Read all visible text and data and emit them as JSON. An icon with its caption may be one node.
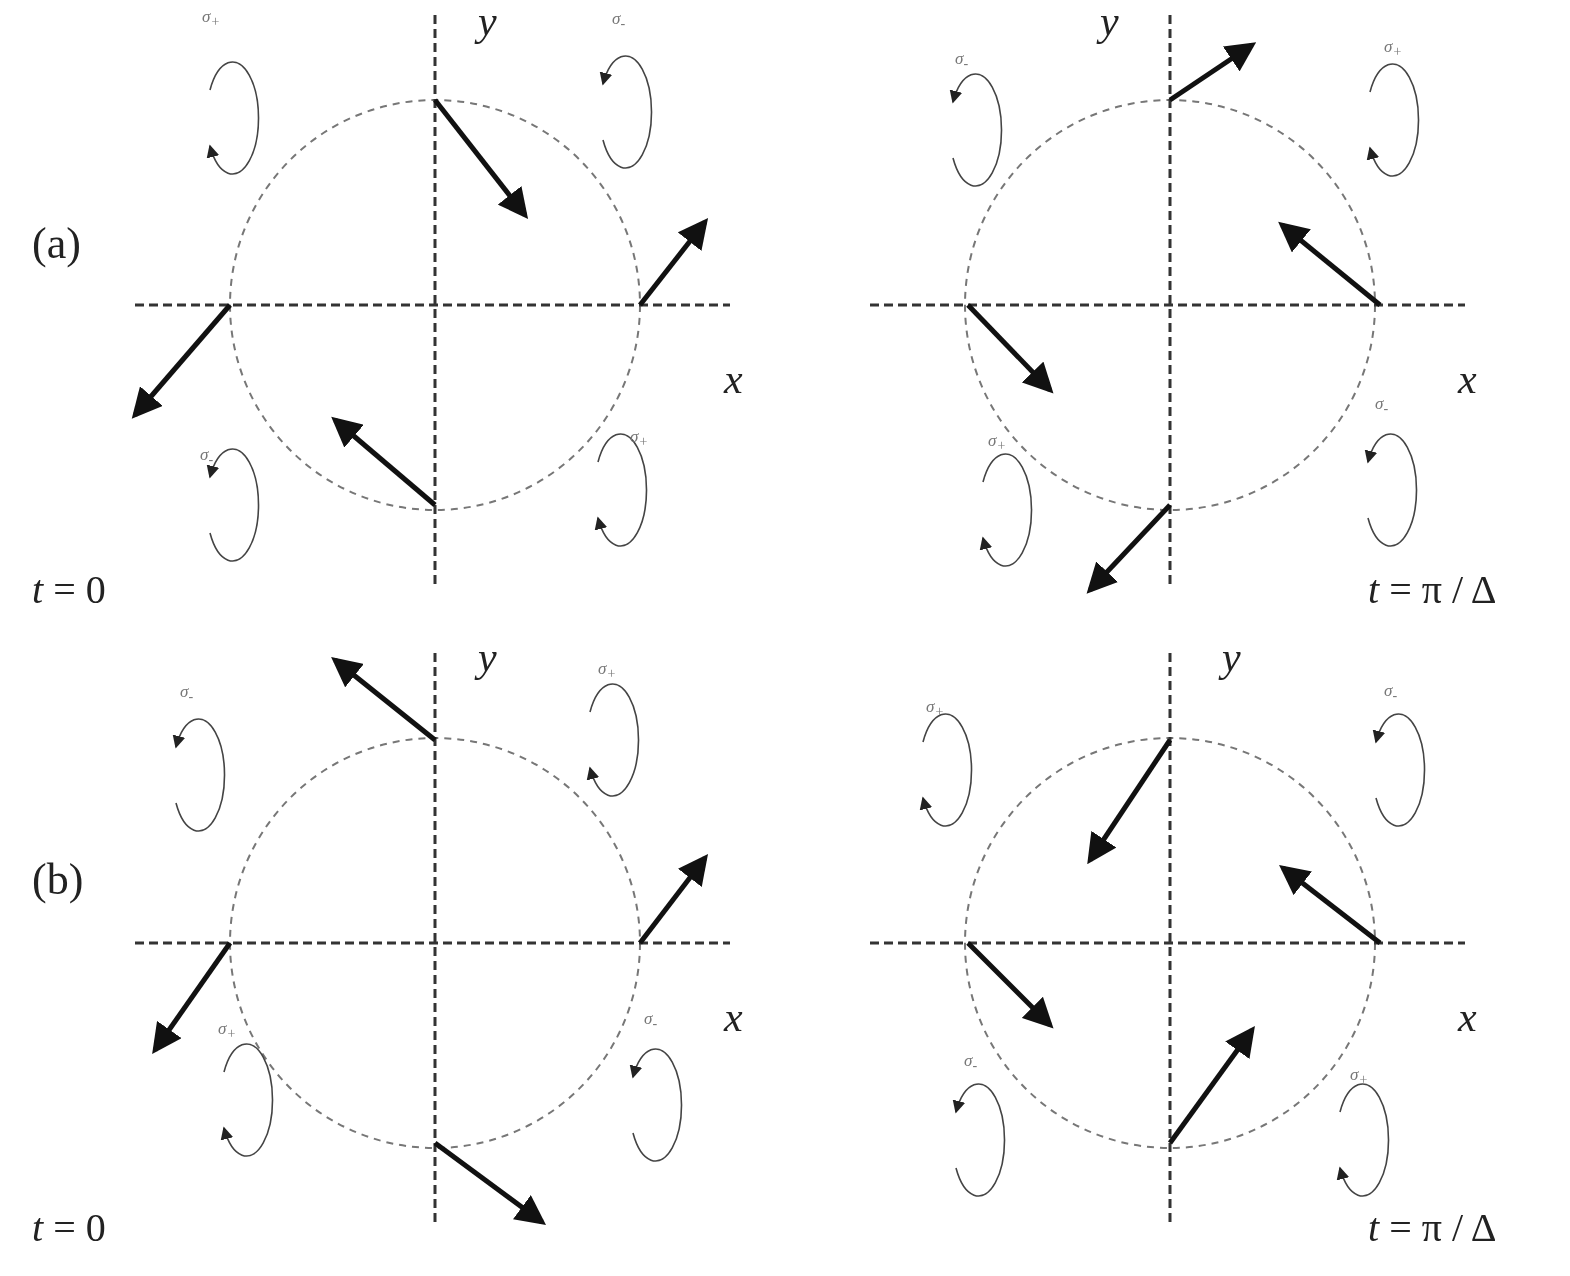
{
  "diagram": {
    "labels": [
      "(a)",
      "y",
      "x",
      "σ$_{+}$",
      "σ$_{-}$",
      "σ$_{-}$",
      "σ$_{+}$",
      "*t* = 0",
      "y",
      "x",
      "σ$_{-}$",
      "σ$_{+}$",
      "σ$_{+}$",
      "σ$_{-}$",
      "*t* = π / Δ",
      "(b)",
      "y",
      "x",
      "σ$_{-}$",
      "σ$_{+}$",
      "σ$_{+}$",
      "σ$_{-}$",
      "*t* = 0",
      "y",
      "x",
      "σ$_{+}$",
      "σ$_{-}$",
      "σ$_{-}$",
      "σ$_{+}$",
      "*t* = π / Δ"
    ]
  }
}
